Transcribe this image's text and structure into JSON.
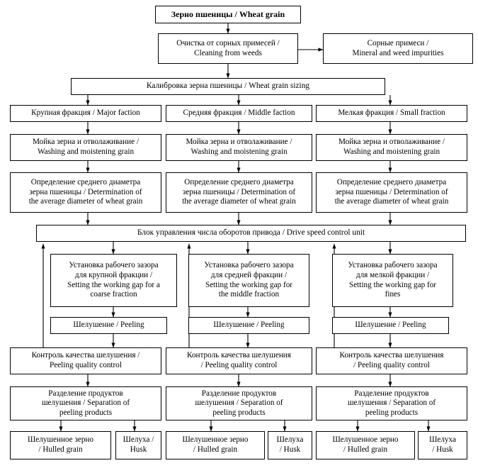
{
  "diagram": {
    "title": "Wheat grain processing flowchart",
    "nodes": {
      "wheat_grain": "Зерно пшеницы / Wheat grain",
      "cleaning": "Очистка от сорных примесей /\nCleaning from weeds",
      "impurities": "Сорные примеси /\nMineral and weed impurities",
      "sizing": "Калибровка зерна пшеницы / Wheat grain sizing",
      "fraction_major": "Крупная фракция / Major faction",
      "fraction_middle": "Средняя фракция / Middle faction",
      "fraction_small": "Мелкая фракция / Small fraction",
      "washing_1": "Мойка зерна и отволаживание /\nWashing and moistening grain",
      "washing_2": "Мойка зерна и отволаживание /\nWashing and moistening grain",
      "washing_3": "Мойка зерна и отволаживание /\nWashing and moistening grain",
      "diameter_1": "Определение среднего диаметра\nзерна пшеницы / Determination of\nthe average diameter of wheat grain",
      "diameter_2": "Определение среднего диаметра\nзерна пшеницы / Determination of\nthe average diameter of wheat grain",
      "diameter_3": "Определение среднего диаметра\nзерна пшеницы / Determination of\nthe average diameter of wheat grain",
      "control_unit": "Блок управления числа оборотов привода / Drive speed control unit",
      "gap_coarse": "Установка рабочего зазора\nдля крупной фракции /\nSetting the working gap for a\ncoarse fraction",
      "gap_middle": "Установка рабочего зазора\nдля средней фракции /\nSetting the working gap for\nthe middle fraction",
      "gap_fines": "Установка рабочего зазора\nдля мелкой фракции /\nSetting the working gap for\nfines",
      "peeling_1": "Шелушение / Peeling",
      "peeling_2": "Шелушение / Peeling",
      "peeling_3": "Шелушение / Peeling",
      "quality_1": "Контроль качества шелушения /\nPeeling quality control",
      "quality_2": "Контроль качества шелушения\n/ Peeling quality control",
      "quality_3": "Контроль качества шелушения\n/ Peeling quality control",
      "separation_1": "Разделение продуктов\nшелушения / Separation of\npeeling products",
      "separation_2": "Разделение продуктов\nшелушения / Separation of\npeeling products",
      "separation_3": "Разделение продуктов\nшелушения / Separation of\npeeling products",
      "hulled_1": "Шелушенное зерно\n/ Hulled grain",
      "husk_1": "Шелуха /\nHusk",
      "hulled_2": "Шелушенное зерно\n/ Hulled grain",
      "husk_2": "Шелуха\n/ Husk",
      "hulled_3": "Шелушенное зерно\n/ Hulled grain",
      "husk_3": "Шелуха\n/ Husk"
    },
    "colors": {
      "border": "#000000",
      "background": "#ffffff",
      "text": "#000000"
    }
  }
}
